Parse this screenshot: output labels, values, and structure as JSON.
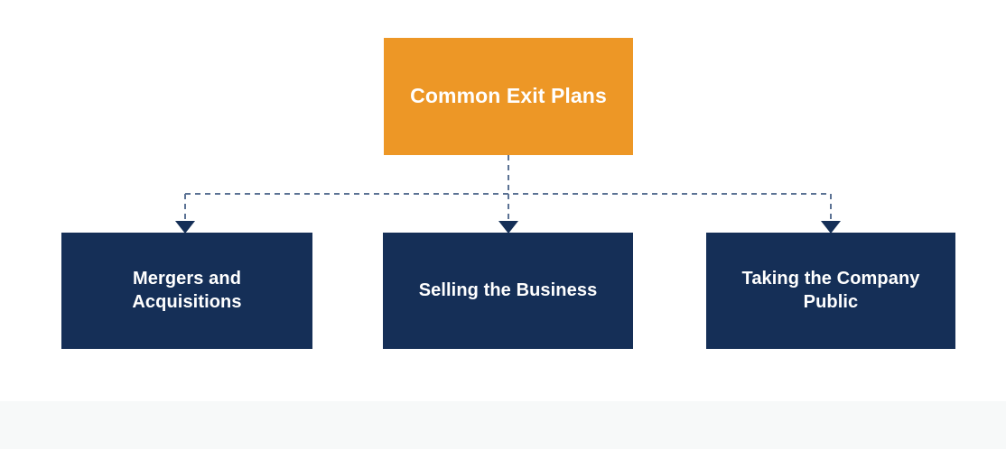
{
  "diagram": {
    "type": "hierarchy-tree",
    "title": "Common Exit Plans",
    "root": {
      "label": "Common Exit Plans",
      "fill": "#ED9726",
      "text_color": "#FFFFFF"
    },
    "children": [
      {
        "label": "Mergers and\nAcquisitions",
        "fill": "#152F57",
        "text_color": "#FFFFFF"
      },
      {
        "label": "Selling the Business",
        "fill": "#152F57",
        "text_color": "#FFFFFF"
      },
      {
        "label": "Taking the Company\nPublic",
        "fill": "#152F57",
        "text_color": "#FFFFFF"
      }
    ],
    "connector": {
      "style": "dashed",
      "color": "#5B7294",
      "arrowhead_color": "#152F57",
      "arrowhead_shape": "solid-triangle-down"
    }
  },
  "colors": {
    "accent_orange": "#ED9726",
    "navy": "#152F57",
    "connector_slate": "#5B7294",
    "background": "#FFFFFF",
    "bottom_strip": "#F7F9F9"
  }
}
